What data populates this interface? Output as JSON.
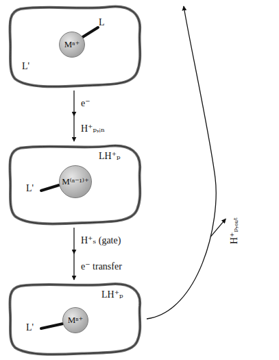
{
  "diagram": {
    "nodes": [
      {
        "text": [
          "L",
          "L'"
        ]
      },
      {
        "text": [
          "Mⁿ⁺"
        ],
        "in": 0
      },
      {
        "text": [
          "LH⁺ₚ",
          "L'"
        ]
      },
      {
        "text": [
          "M⁽ⁿ⁻¹⁾⁺"
        ],
        "in": 2
      },
      {
        "text": [
          "LH⁺ₚ",
          "L'"
        ]
      },
      {
        "text": [
          "Mⁿ⁺"
        ],
        "in": 4
      }
    ],
    "edges": [
      {
        "from": 0,
        "to": 2,
        "arrow": "to",
        "label": "e⁻"
      },
      {
        "from": 0,
        "to": 2,
        "arrow": "to",
        "label": "H⁺ₚ,ᵢₙ"
      },
      {
        "from": 2,
        "to": 4,
        "arrow": "to",
        "label": "H⁺ₛ (gate)"
      },
      {
        "from": 2,
        "to": 4,
        "arrow": "to",
        "label": "e⁻ transfer"
      },
      {
        "from": 4,
        "to": 0,
        "arrow": "to"
      }
    ],
    "labels": [
      "H⁺ₚ,ₒᵤₜ"
    ]
  }
}
